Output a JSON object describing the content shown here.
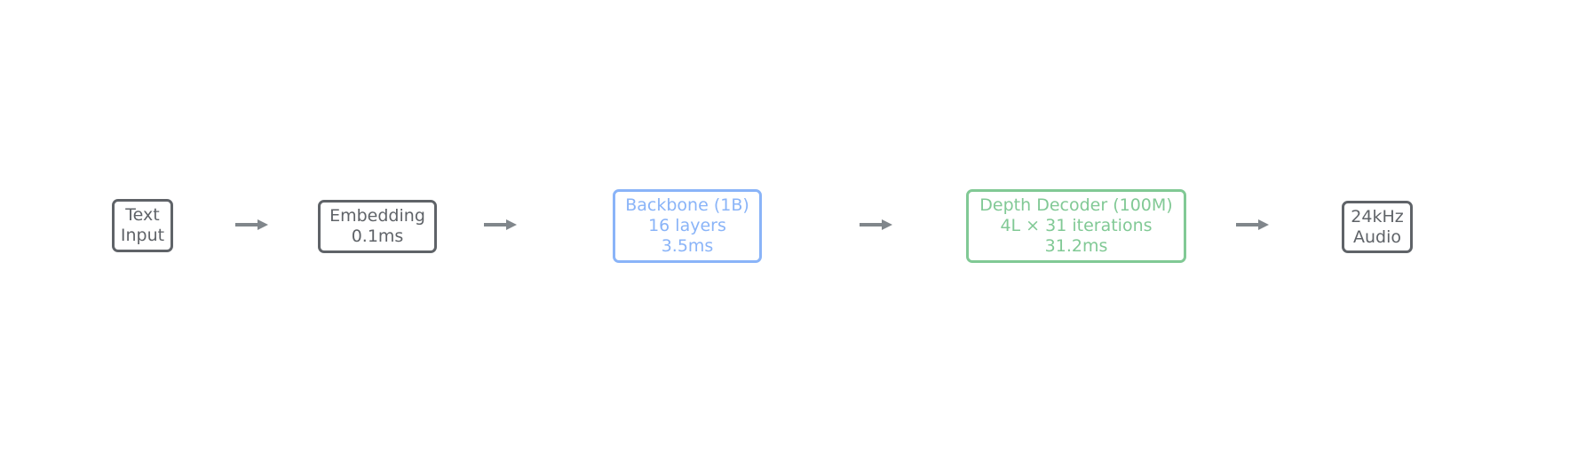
{
  "diagram": {
    "type": "pipeline",
    "direction": "left-to-right",
    "colors": {
      "neutral": "#5f6368",
      "backbone": "#8ab4f8",
      "decoder": "#81c995",
      "arrow": "#80868b"
    },
    "nodes": [
      {
        "id": "text-input",
        "lines": [
          "Text",
          "Input"
        ]
      },
      {
        "id": "embedding",
        "lines": [
          "Embedding",
          "0.1ms"
        ]
      },
      {
        "id": "backbone",
        "lines": [
          "Backbone (1B)",
          "16 layers",
          "3.5ms"
        ]
      },
      {
        "id": "depth-decoder",
        "lines": [
          "Depth Decoder (100M)",
          "4L × 31 iterations",
          "31.2ms"
        ]
      },
      {
        "id": "audio-output",
        "lines": [
          "24kHz",
          "Audio"
        ]
      }
    ],
    "edges": [
      {
        "from": "text-input",
        "to": "embedding"
      },
      {
        "from": "embedding",
        "to": "backbone"
      },
      {
        "from": "backbone",
        "to": "depth-decoder"
      },
      {
        "from": "depth-decoder",
        "to": "audio-output"
      }
    ]
  }
}
